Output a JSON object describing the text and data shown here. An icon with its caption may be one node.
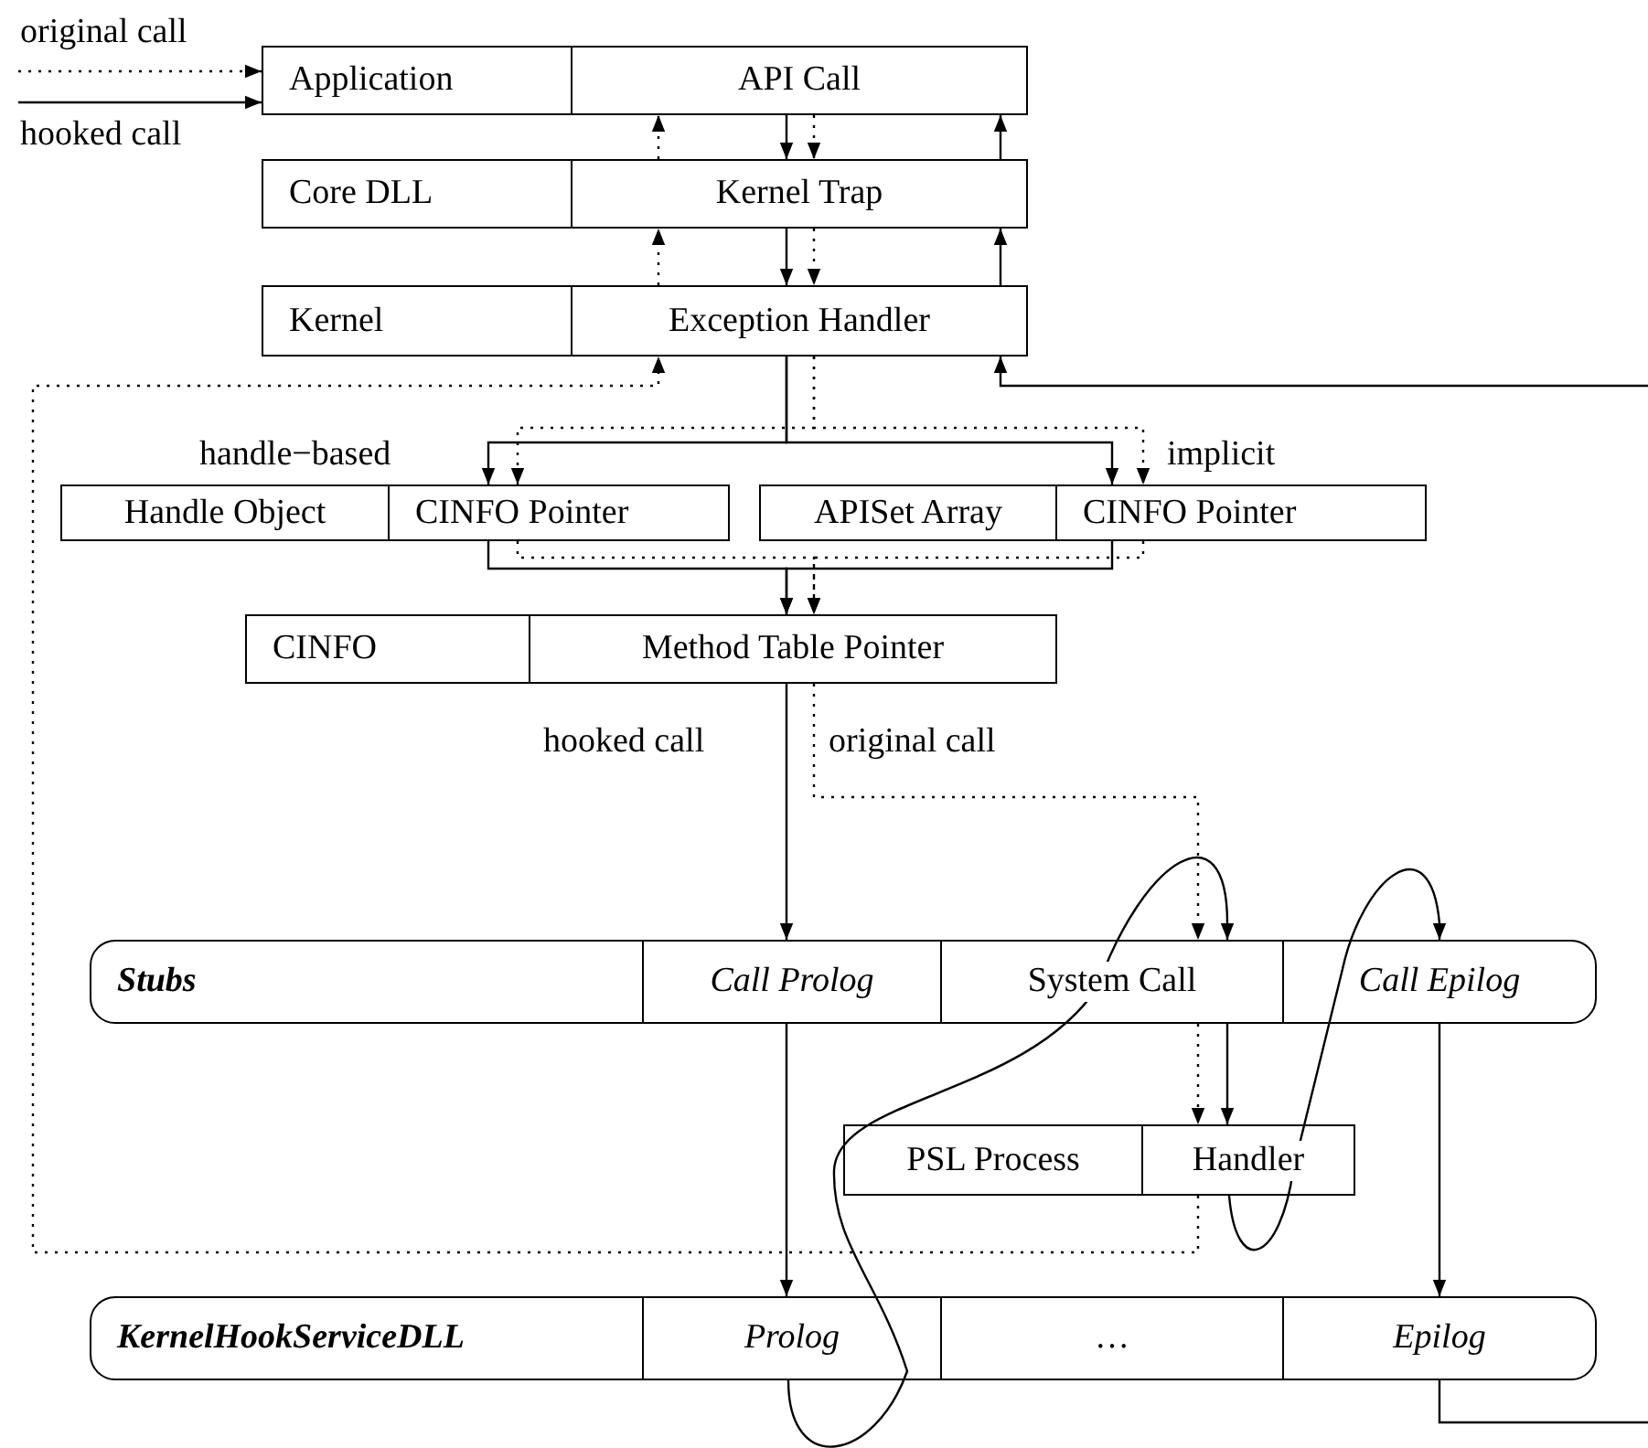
{
  "diagram": {
    "nodes": [
      {
        "text": [
          "Application"
        ]
      },
      {
        "text": [
          "API Call"
        ]
      },
      {
        "text": [
          "Core DLL"
        ]
      },
      {
        "text": [
          "Kernel Trap"
        ]
      },
      {
        "text": [
          "Kernel"
        ]
      },
      {
        "text": [
          "Exception Handler"
        ]
      },
      {
        "text": [
          "Handle Object"
        ]
      },
      {
        "text": [
          "CINFO Pointer"
        ]
      },
      {
        "text": [
          "APISet Array"
        ]
      },
      {
        "text": [
          "CINFO Pointer"
        ]
      },
      {
        "text": [
          "CINFO"
        ]
      },
      {
        "text": [
          "Method Table Pointer"
        ]
      },
      {
        "text": [
          "Stubs"
        ]
      },
      {
        "text": [
          "Call Prolog"
        ]
      },
      {
        "text": [
          "System Call"
        ]
      },
      {
        "text": [
          "Call Epilog"
        ]
      },
      {
        "text": [
          "PSL Process"
        ]
      },
      {
        "text": [
          "Handler"
        ]
      },
      {
        "text": [
          "KernelHookServiceDLL"
        ]
      },
      {
        "text": [
          "Prolog"
        ]
      },
      {
        "text": [
          "…"
        ]
      },
      {
        "text": [
          "Epilog"
        ]
      }
    ],
    "edges": [
      {
        "from": null,
        "to": 0,
        "arrow": "to",
        "label": "original call",
        "style": "dashed"
      },
      {
        "from": null,
        "to": 0,
        "arrow": "to",
        "label": "hooked call"
      },
      {
        "from": 1,
        "to": 3,
        "arrow": "to"
      },
      {
        "from": 1,
        "to": 3,
        "arrow": "to",
        "style": "dashed"
      },
      {
        "from": 3,
        "to": 1,
        "arrow": "to",
        "style": "dashed"
      },
      {
        "from": 3,
        "to": 1,
        "arrow": "to"
      },
      {
        "from": 3,
        "to": 5,
        "arrow": "to"
      },
      {
        "from": 3,
        "to": 5,
        "arrow": "to",
        "style": "dashed"
      },
      {
        "from": 5,
        "to": 3,
        "arrow": "to",
        "style": "dashed"
      },
      {
        "from": 5,
        "to": 3,
        "arrow": "to"
      },
      {
        "from": 5,
        "to": 7,
        "arrow": "to",
        "label": "handle−based"
      },
      {
        "from": 5,
        "to": 7,
        "arrow": "to",
        "style": "dashed"
      },
      {
        "from": 5,
        "to": 9,
        "arrow": "to"
      },
      {
        "from": 5,
        "to": 9,
        "arrow": "to",
        "style": "dashed",
        "label": "implicit"
      },
      {
        "from": 7,
        "to": 11,
        "arrow": "to"
      },
      {
        "from": 7,
        "to": 11,
        "arrow": "to",
        "style": "dashed"
      },
      {
        "from": 9,
        "to": 11,
        "arrow": "to"
      },
      {
        "from": 9,
        "to": 11,
        "arrow": "to",
        "style": "dashed"
      },
      {
        "from": 11,
        "to": 13,
        "arrow": "to",
        "label": "hooked call"
      },
      {
        "from": 11,
        "to": 14,
        "arrow": "to",
        "label": "original call",
        "style": "dashed"
      },
      {
        "from": 14,
        "to": 17,
        "arrow": "to",
        "style": "dashed"
      },
      {
        "from": 14,
        "to": 17,
        "arrow": "to"
      },
      {
        "from": 17,
        "to": 5,
        "arrow": "to",
        "style": "dashed"
      },
      {
        "from": 13,
        "to": 19,
        "arrow": "to"
      },
      {
        "from": 15,
        "to": 21,
        "arrow": "to"
      },
      {
        "from": 21,
        "to": null,
        "arrow": "none"
      },
      {
        "from": null,
        "to": 5,
        "arrow": "to"
      },
      {
        "from": 19,
        "to": 14,
        "arrow": "to"
      },
      {
        "from": 17,
        "to": 15,
        "arrow": "to"
      }
    ]
  }
}
